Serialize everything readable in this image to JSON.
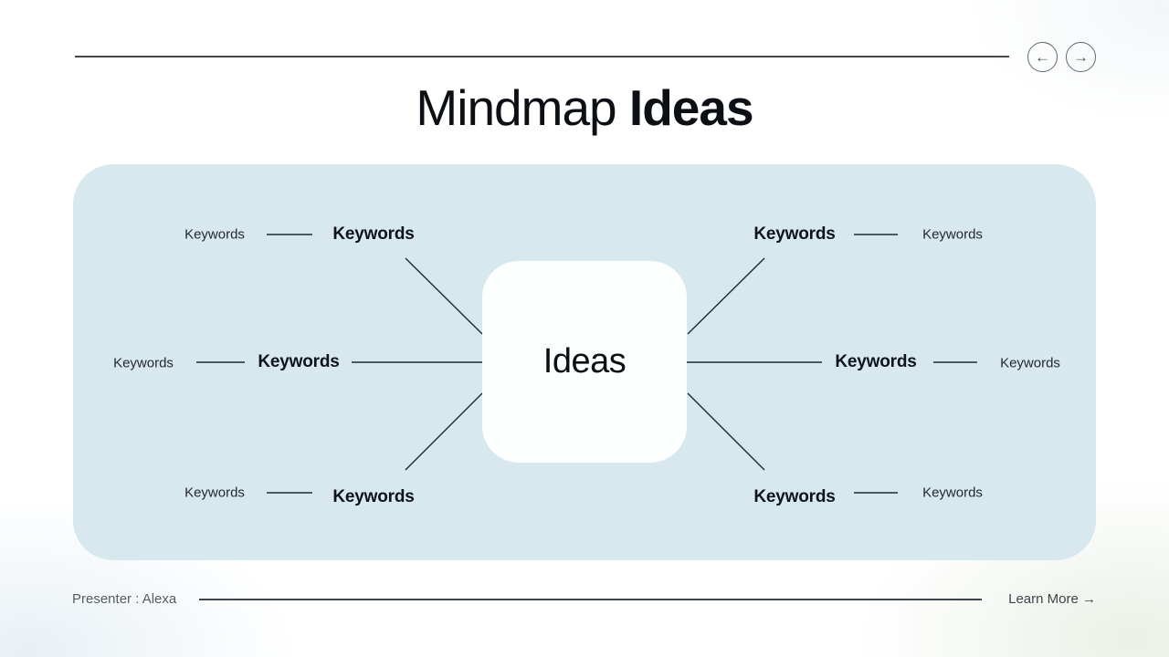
{
  "nav": {
    "prev_icon": "arrow-left",
    "next_icon": "arrow-right",
    "prev_glyph": "←",
    "next_glyph": "→"
  },
  "title": {
    "regular": "Mindmap",
    "bold": "Ideas"
  },
  "mindmap": {
    "center_label": "Ideas",
    "branches": [
      {
        "position": "left-top",
        "label": "Keywords",
        "sub_label": "Keywords"
      },
      {
        "position": "left-middle",
        "label": "Keywords",
        "sub_label": "Keywords"
      },
      {
        "position": "left-bottom",
        "label": "Keywords",
        "sub_label": "Keywords"
      },
      {
        "position": "right-top",
        "label": "Keywords",
        "sub_label": "Keywords"
      },
      {
        "position": "right-middle",
        "label": "Keywords",
        "sub_label": "Keywords"
      },
      {
        "position": "right-bottom",
        "label": "Keywords",
        "sub_label": "Keywords"
      }
    ]
  },
  "footer": {
    "presenter": "Presenter : Alexa",
    "learn_more": "Learn More →"
  },
  "colors": {
    "panel_bg": "#d8e8ef",
    "center_card_bg": "#fdfefe",
    "connector_line": "#1b2a34",
    "text_primary": "#0e141a",
    "text_secondary": "#565c63",
    "rule": "#43484d"
  }
}
